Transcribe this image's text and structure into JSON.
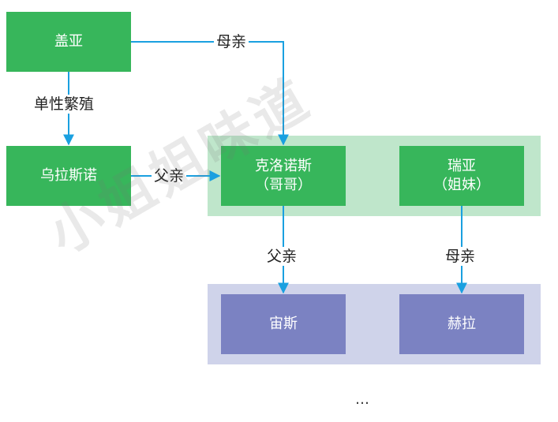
{
  "nodes": {
    "gaia": {
      "line1": "盖亚"
    },
    "uranus": {
      "line1": "乌拉斯诺"
    },
    "kronos": {
      "line1": "克洛诺斯",
      "line2": "（哥哥）"
    },
    "rhea": {
      "line1": "瑞亚",
      "line2": "（姐妹）"
    },
    "zeus": {
      "line1": "宙斯"
    },
    "hera": {
      "line1": "赫拉"
    }
  },
  "edges": {
    "gaia_to_kronos": "母亲",
    "gaia_to_uranus": "单性繁殖",
    "uranus_to_kronos": "父亲",
    "kronos_to_zeus": "父亲",
    "rhea_to_hera": "母亲"
  },
  "more": "…",
  "watermark": "小姐姐味道",
  "colors": {
    "node_green": "#37b65b",
    "group_green": "#bfe6cb",
    "node_purple": "#7b82c2",
    "group_purple": "#cfd3ea",
    "edge": "#1aa0e0"
  }
}
